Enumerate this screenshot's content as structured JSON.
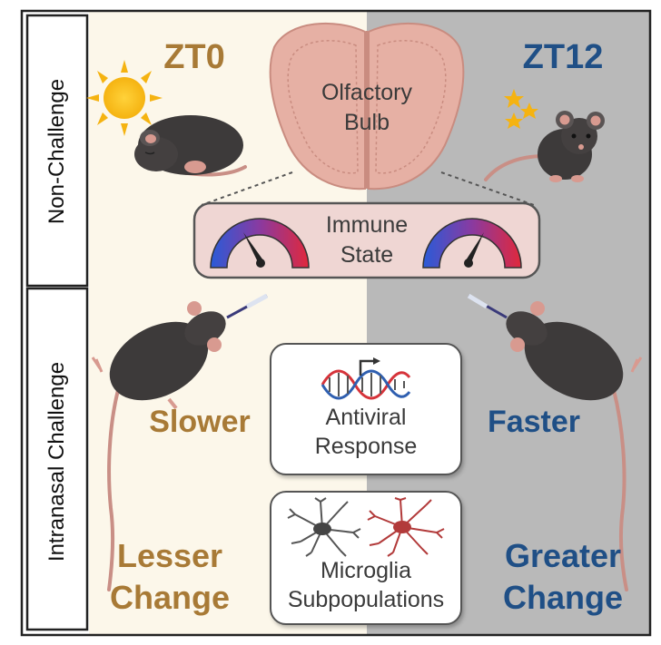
{
  "side_labels": {
    "top": "Non-Challenge",
    "bottom": "Intranasal Challenge"
  },
  "conditions": {
    "left": {
      "time": "ZT0",
      "icon": "sun-icon",
      "color": "#a87a36"
    },
    "right": {
      "time": "ZT12",
      "icon": "moon-stars-icon",
      "color": "#1f4f86"
    }
  },
  "olfactory_bulb": {
    "line1": "Olfactory",
    "line2": "Bulb"
  },
  "immune_state": {
    "line1": "Immune",
    "line2": "State",
    "left_gauge": "low",
    "right_gauge": "high"
  },
  "antiviral": {
    "icon": "dna-icon",
    "line1": "Antiviral",
    "line2": "Response",
    "left": "Slower",
    "right": "Faster"
  },
  "microglia": {
    "icon": "microglia-icon",
    "line1": "Microglia",
    "line2": "Subpopulations",
    "left_line1": "Lesser",
    "left_line2": "Change",
    "right_line1": "Greater",
    "right_line2": "Change"
  },
  "colors": {
    "left_bg": "#fcf7ea",
    "right_bg": "#b9b9b9",
    "brain_fill": "#e8b4a8",
    "immune_box": "#efd6d3"
  }
}
